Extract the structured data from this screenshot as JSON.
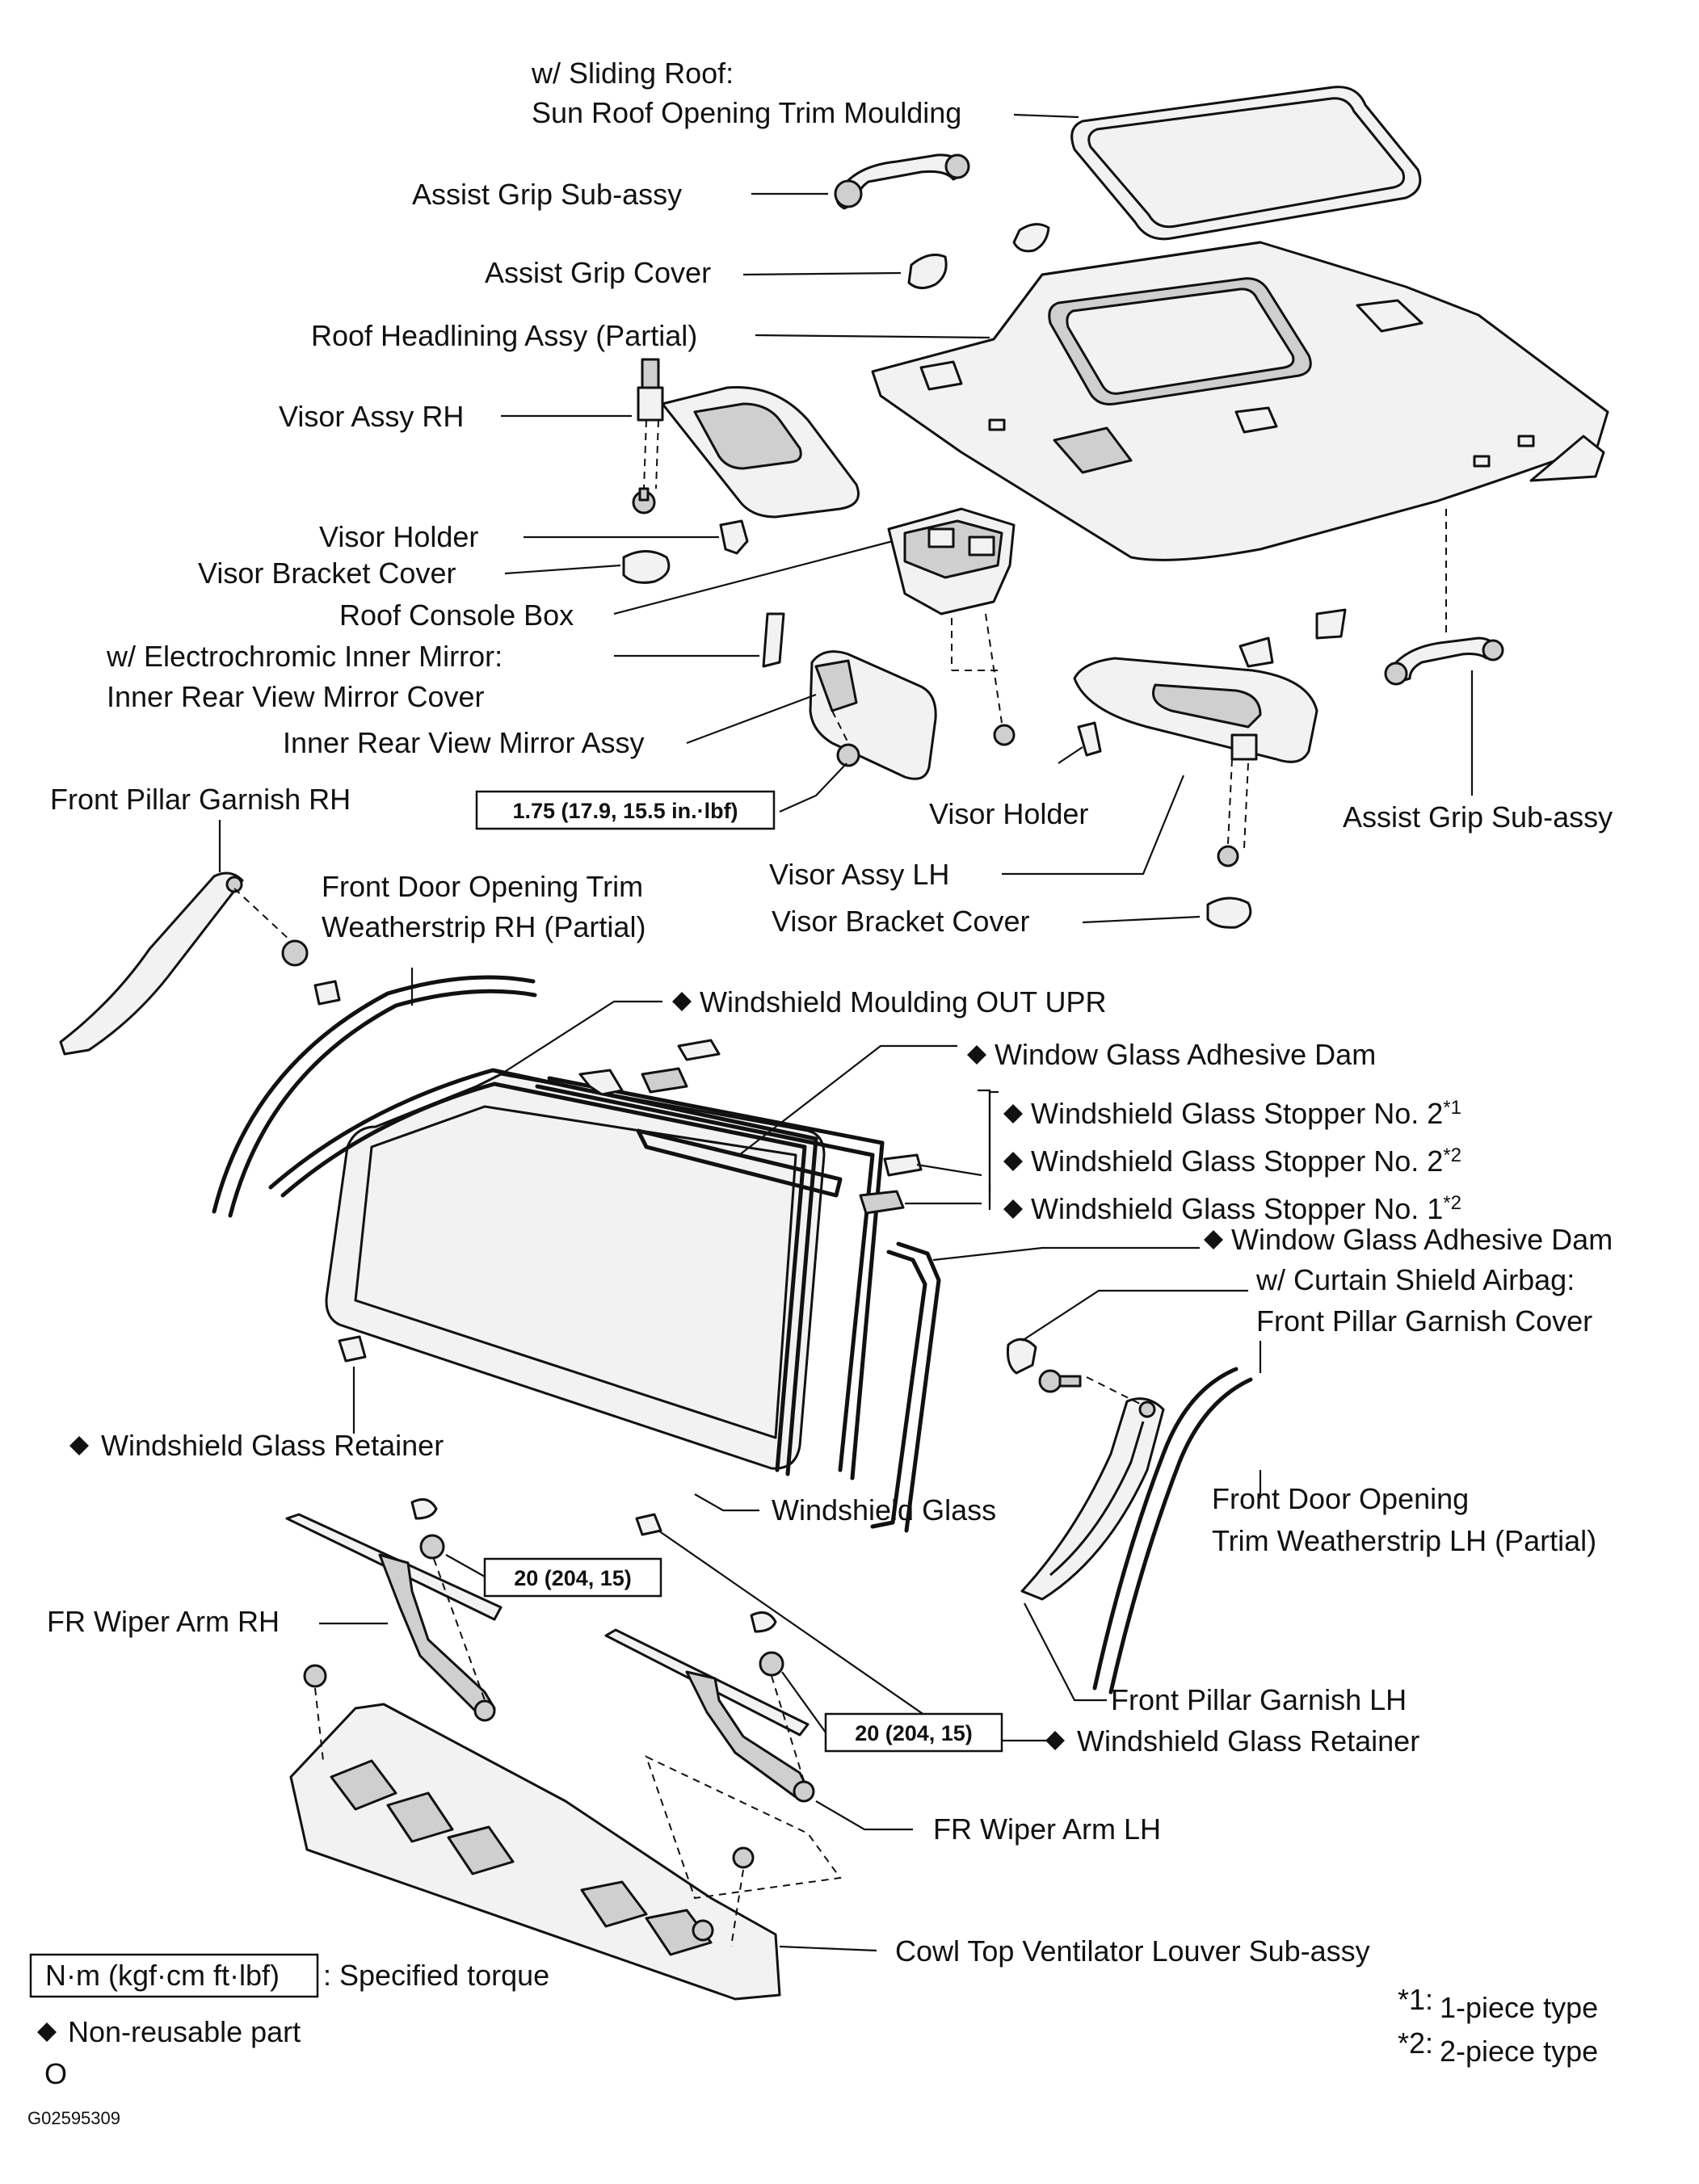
{
  "figure_id": "G02595309",
  "stray_mark": "O",
  "labels": {
    "sliding_roof_1": "w/ Sliding Roof:",
    "sliding_roof_2": "Sun Roof Opening Trim Moulding",
    "assist_grip_rh": "Assist Grip Sub-assy",
    "assist_grip_cover": "Assist Grip Cover",
    "roof_headlining": "Roof Headlining Assy (Partial)",
    "visor_rh": "Visor Assy RH",
    "visor_holder_rh": "Visor Holder",
    "visor_bracket_rh": "Visor Bracket Cover",
    "roof_console": "Roof Console Box",
    "ec_mirror_1": "w/ Electrochromic Inner Mirror:",
    "ec_mirror_2": "Inner Rear View Mirror Cover",
    "inner_mirror": "Inner Rear View Mirror Assy",
    "front_pillar_rh": "Front Pillar Garnish RH",
    "door_trim_rh_1": "Front Door Opening Trim",
    "door_trim_rh_2": "Weatherstrip RH (Partial)",
    "visor_holder_lh": "Visor Holder",
    "assist_grip_lh": "Assist Grip Sub-assy",
    "visor_lh": "Visor Assy LH",
    "visor_bracket_lh": "Visor Bracket Cover",
    "ws_moulding": "Windshield Moulding OUT UPR",
    "adhesive_dam_1": "Window Glass Adhesive Dam",
    "stopper_2a": "Windshield Glass Stopper No. 2",
    "stopper_2a_sup": "*1",
    "stopper_2b": "Windshield Glass Stopper No. 2",
    "stopper_2b_sup": "*2",
    "stopper_1": "Windshield Glass Stopper No. 1",
    "stopper_1_sup": "*2",
    "adhesive_dam_2": "Window Glass Adhesive Dam",
    "curtain_1": "w/ Curtain Shield Airbag:",
    "curtain_2": "Front Pillar Garnish Cover",
    "retainer_left": "Windshield Glass Retainer",
    "windshield_glass": "Windshield Glass",
    "door_trim_lh_1": "Front Door Opening",
    "door_trim_lh_2": "Trim Weatherstrip LH (Partial)",
    "wiper_rh": "FR Wiper Arm RH",
    "front_pillar_lh": "Front Pillar Garnish LH",
    "retainer_right": "Windshield Glass Retainer",
    "wiper_lh": "FR Wiper Arm LH",
    "cowl": "Cowl Top Ventilator Louver Sub-assy"
  },
  "torques": {
    "mirror": "1.75 (17.9, 15.5 in.·lbf)",
    "wiper_rh": "20 (204, 15)",
    "wiper_lh": "20 (204, 15)"
  },
  "legend": {
    "torque_units": "N·m (kgf·cm ft·lbf)",
    "torque_desc": ": Specified torque",
    "non_reusable": "Non-reusable part",
    "fn1_mark": "*1:",
    "fn1_text": "1-piece type",
    "fn2_mark": "*2:",
    "fn2_text": "2-piece type"
  }
}
